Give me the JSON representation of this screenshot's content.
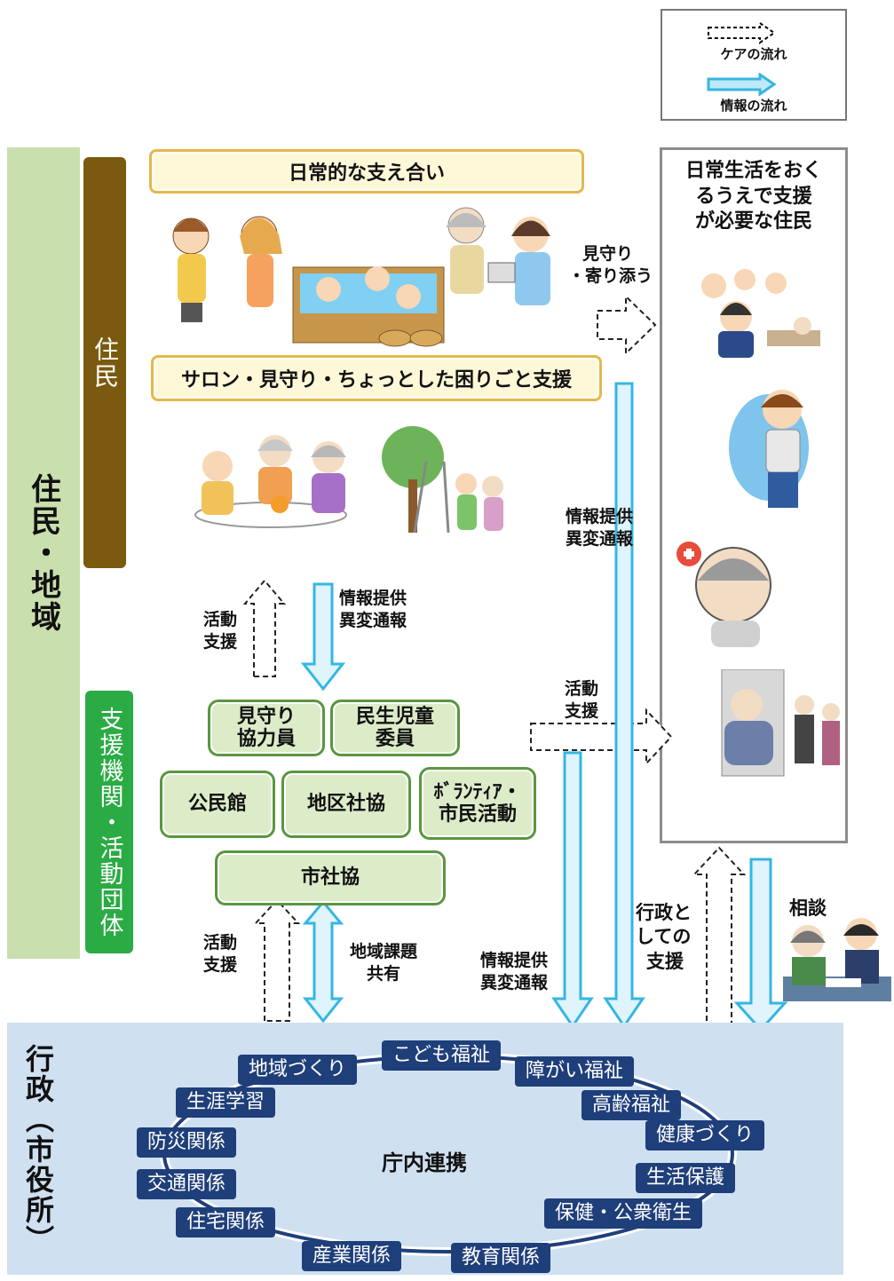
{
  "legend": {
    "care_flow": "ケアの流れ",
    "info_flow": "情報の流れ"
  },
  "left_band": {
    "label": "住民・地域"
  },
  "residents_bar": {
    "label": "住民"
  },
  "support_bar": {
    "label": "支援機関・活動団体"
  },
  "gyosei": {
    "label": "行政（市役所）",
    "center": "庁内連携"
  },
  "boxes": {
    "daily_support": "日常的な支え合い",
    "salon": "サロン・見守り・ちょっとした困りごと支援",
    "mimamori_line1": "見守り",
    "mimamori_line2": "協力員",
    "minsei_line1": "民生児童",
    "minsei_line2": "委員",
    "kouminkan": "公民館",
    "chiku": "地区社協",
    "volunteer_line1": "ﾎﾞﾗﾝﾃｨｱ・",
    "volunteer_line2": "市民活動",
    "shishakyo": "市社協"
  },
  "need_support": {
    "line1": "日常生活をおく",
    "line2": "るうえで支援",
    "line3": "が必要な住民"
  },
  "labels": {
    "mimamori_yorisou_1": "見守り",
    "mimamori_yorisou_2": "・寄り添う",
    "info_right_1": "情報提供",
    "info_right_2": "異変通報",
    "katsudo1_1": "活動",
    "katsudo1_2": "支援",
    "info_mid_1": "情報提供",
    "info_mid_2": "異変通報",
    "katsudo_right_1": "活動",
    "katsudo_right_2": "支援",
    "katsudo2_1": "活動",
    "katsudo2_2": "支援",
    "chiiki_1": "地域課題",
    "chiiki_2": "共有",
    "info_low_1": "情報提供",
    "info_low_2": "異変通報",
    "gyosei_shien_1": "行政と",
    "gyosei_shien_2": "しての",
    "gyosei_shien_3": "支援",
    "soudan": "相談"
  },
  "departments": [
    "地域づくり",
    "こども福祉",
    "障がい福祉",
    "高齢福祉",
    "健康づくり",
    "生活保護",
    "保健・公衆衛生",
    "教育関係",
    "産業関係",
    "住宅関係",
    "交通関係",
    "防災関係",
    "生涯学習"
  ],
  "colors": {
    "info_arrow": "#4fc3e8",
    "resident_bar": "#7a5a0e",
    "support_bar": "#2bab44",
    "dept": "#1f3f7a",
    "gyosei_band": "#cfe0f1"
  }
}
